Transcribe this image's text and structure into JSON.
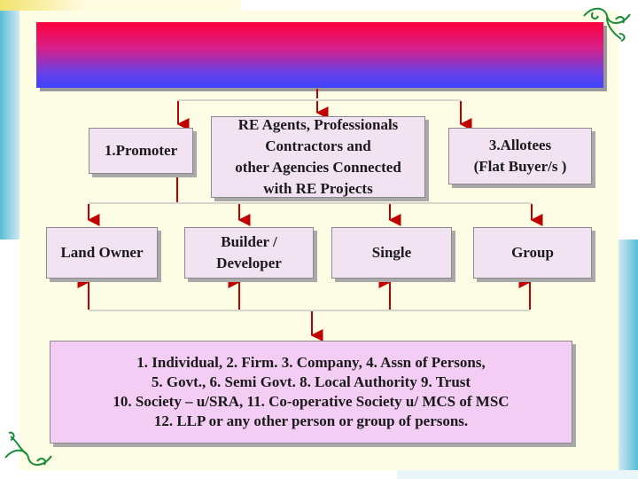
{
  "header": {
    "title": ""
  },
  "boxes": {
    "promoter": "1.Promoter",
    "agents": [
      "RE Agents, Professionals",
      "Contractors and",
      "other Agencies Connected",
      "with RE Projects"
    ],
    "allotees": [
      "3.Allotees",
      "(Flat Buyer/s )"
    ],
    "land_owner": "Land Owner",
    "builder": [
      "Builder /",
      "Developer"
    ],
    "single": "Single",
    "group": "Group",
    "persons": [
      "1. Individual, 2. Firm. 3. Company, 4. Assn of Persons,",
      "5. Govt., 6. Semi Govt. 8. Local Authority 9. Trust",
      "10. Society – u/SRA, 11. Co-operative Society u/ MCS of MSC",
      "12. LLP or any other person or group of persons."
    ]
  },
  "colors": {
    "background": "#fdfde6",
    "frame": "#5bbcd6",
    "box_fill": "#f2e3f2",
    "arrow": "#c00000",
    "ornament": "#1a8c3a"
  },
  "icons": [
    "swirl-ornament",
    "swirl-ornament"
  ]
}
